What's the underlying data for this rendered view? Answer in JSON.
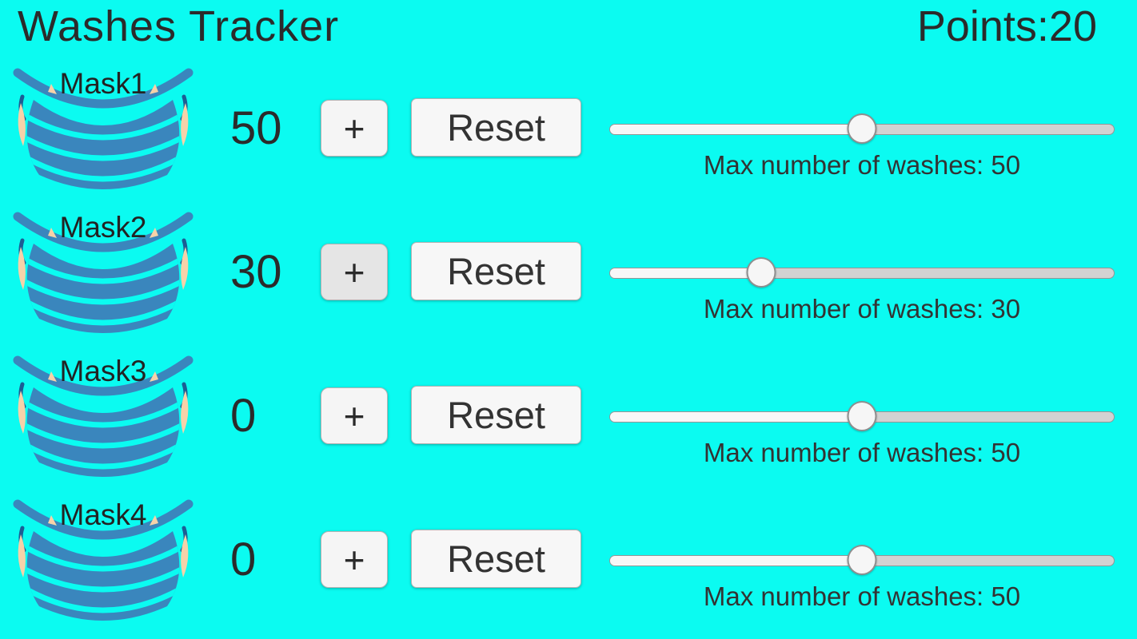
{
  "header": {
    "title": "Washes Tracker",
    "points_label": "Points:",
    "points_value": "20"
  },
  "colors": {
    "background": "#0bfbf1",
    "mask_body": "#3a86bd",
    "mask_strap_dark": "#1c5d94",
    "ear_tab": "#f6d2a9",
    "text": "#2b2b2b",
    "button_bg": "#f5f5f5",
    "button_pressed_bg": "#e5e5e5",
    "track_gray": "#d2d2d2",
    "track_fill": "#f7f7f7"
  },
  "rows": [
    {
      "mask_label": "Mask1",
      "count": "50",
      "plus_label": "+",
      "reset_label": "Reset",
      "slider_percent": 50,
      "max_washes_label": "Max number of washes: 50",
      "plus_pressed": false
    },
    {
      "mask_label": "Mask2",
      "count": "30",
      "plus_label": "+",
      "reset_label": "Reset",
      "slider_percent": 30,
      "max_washes_label": "Max number of washes: 30",
      "plus_pressed": true
    },
    {
      "mask_label": "Mask3",
      "count": "0",
      "plus_label": "+",
      "reset_label": "Reset",
      "slider_percent": 50,
      "max_washes_label": "Max number of washes: 50",
      "plus_pressed": false
    },
    {
      "mask_label": "Mask4",
      "count": "0",
      "plus_label": "+",
      "reset_label": "Reset",
      "slider_percent": 50,
      "max_washes_label": "Max number of washes: 50",
      "plus_pressed": false
    }
  ]
}
